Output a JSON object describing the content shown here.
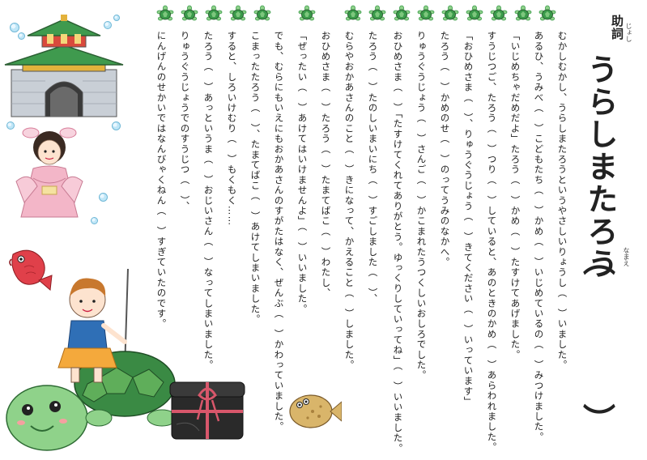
{
  "header": {
    "grammar_tag": "助詞",
    "grammar_ruby": "じょし",
    "title": "うらしまたろう",
    "name_ruby": "なまえ",
    "name_paren_open": "︵",
    "name_paren_close": "︶"
  },
  "story_lines": [
    "むかしむかし、うらしまたろうというやさしいりょうし（　）いました。",
    "あるひ、うみべ（　）こどもたち（　）かめ（　）いじめているの（　）みつけました。",
    "「いじめちゃだめだよ」たろう（　）かめ（　）たすけてあげました。",
    "すうじつご、たろう（　）つり（　）していると、あのときのかめ（　）あらわれました。",
    "「おひめさま（　）、りゅうぐうじょう（　）きてください（　）いっています」",
    "たろう（　）かめのせ（　）のってうみのなかへ。",
    "りゅうぐうじょう（　）さんご（　）かこまれたうつくしいおしろでした。",
    "おひめさま（　）「たすけてくれてありがとう。ゆっくりしていってね」（　）いいました。",
    "たろう（　）たのしいまいにち（　）すごしました（　）、",
    "むらやおかあさんのこと（　）きになって、かえること（　）しました。",
    "おひめさま（　）たろう（　）たまてばこ（　）わたし、",
    "「ぜったい（　）あけてはいけませんよ」（　）いいました。",
    "でも、むらにもいえにもおかあさんのすがたはなく、ぜんぶ（　）かわっていました。",
    "こまったたろう（　）、たまてばこ（　）あけてしまいました。",
    "すると、しろいけむり（　）もくもく……",
    "たろう（　）あっというま（　）おじいさん（　）なってしまいました。",
    "りゅうぐうじょうでのすうじつ（　）、",
    "にんげんのせかいではなんびゃくねん（　）すぎていたのです。"
  ],
  "colors": {
    "turtle_green": "#3a9a4a",
    "turtle_light": "#8fd28a",
    "castle_roof": "#3f9a4e",
    "castle_wall": "#c9cfd6",
    "castle_gold": "#e3b23c",
    "princess_robe": "#f3b6c8",
    "fish_red": "#e0404a",
    "boy_shirt": "#2f6fb6",
    "boy_skirt": "#f4a93c",
    "box_black": "#2a2a2a",
    "box_cord": "#d8576b",
    "flatfish": "#d9b56a"
  },
  "icons": {
    "border": "turtle-icon",
    "castle": "dragon-palace-castle-icon",
    "princess": "princess-otohime-icon",
    "fish": "red-sea-bream-icon",
    "boy": "urashima-taro-on-turtle-icon",
    "box": "tamatebako-box-icon",
    "flatfish": "flounder-icon"
  }
}
